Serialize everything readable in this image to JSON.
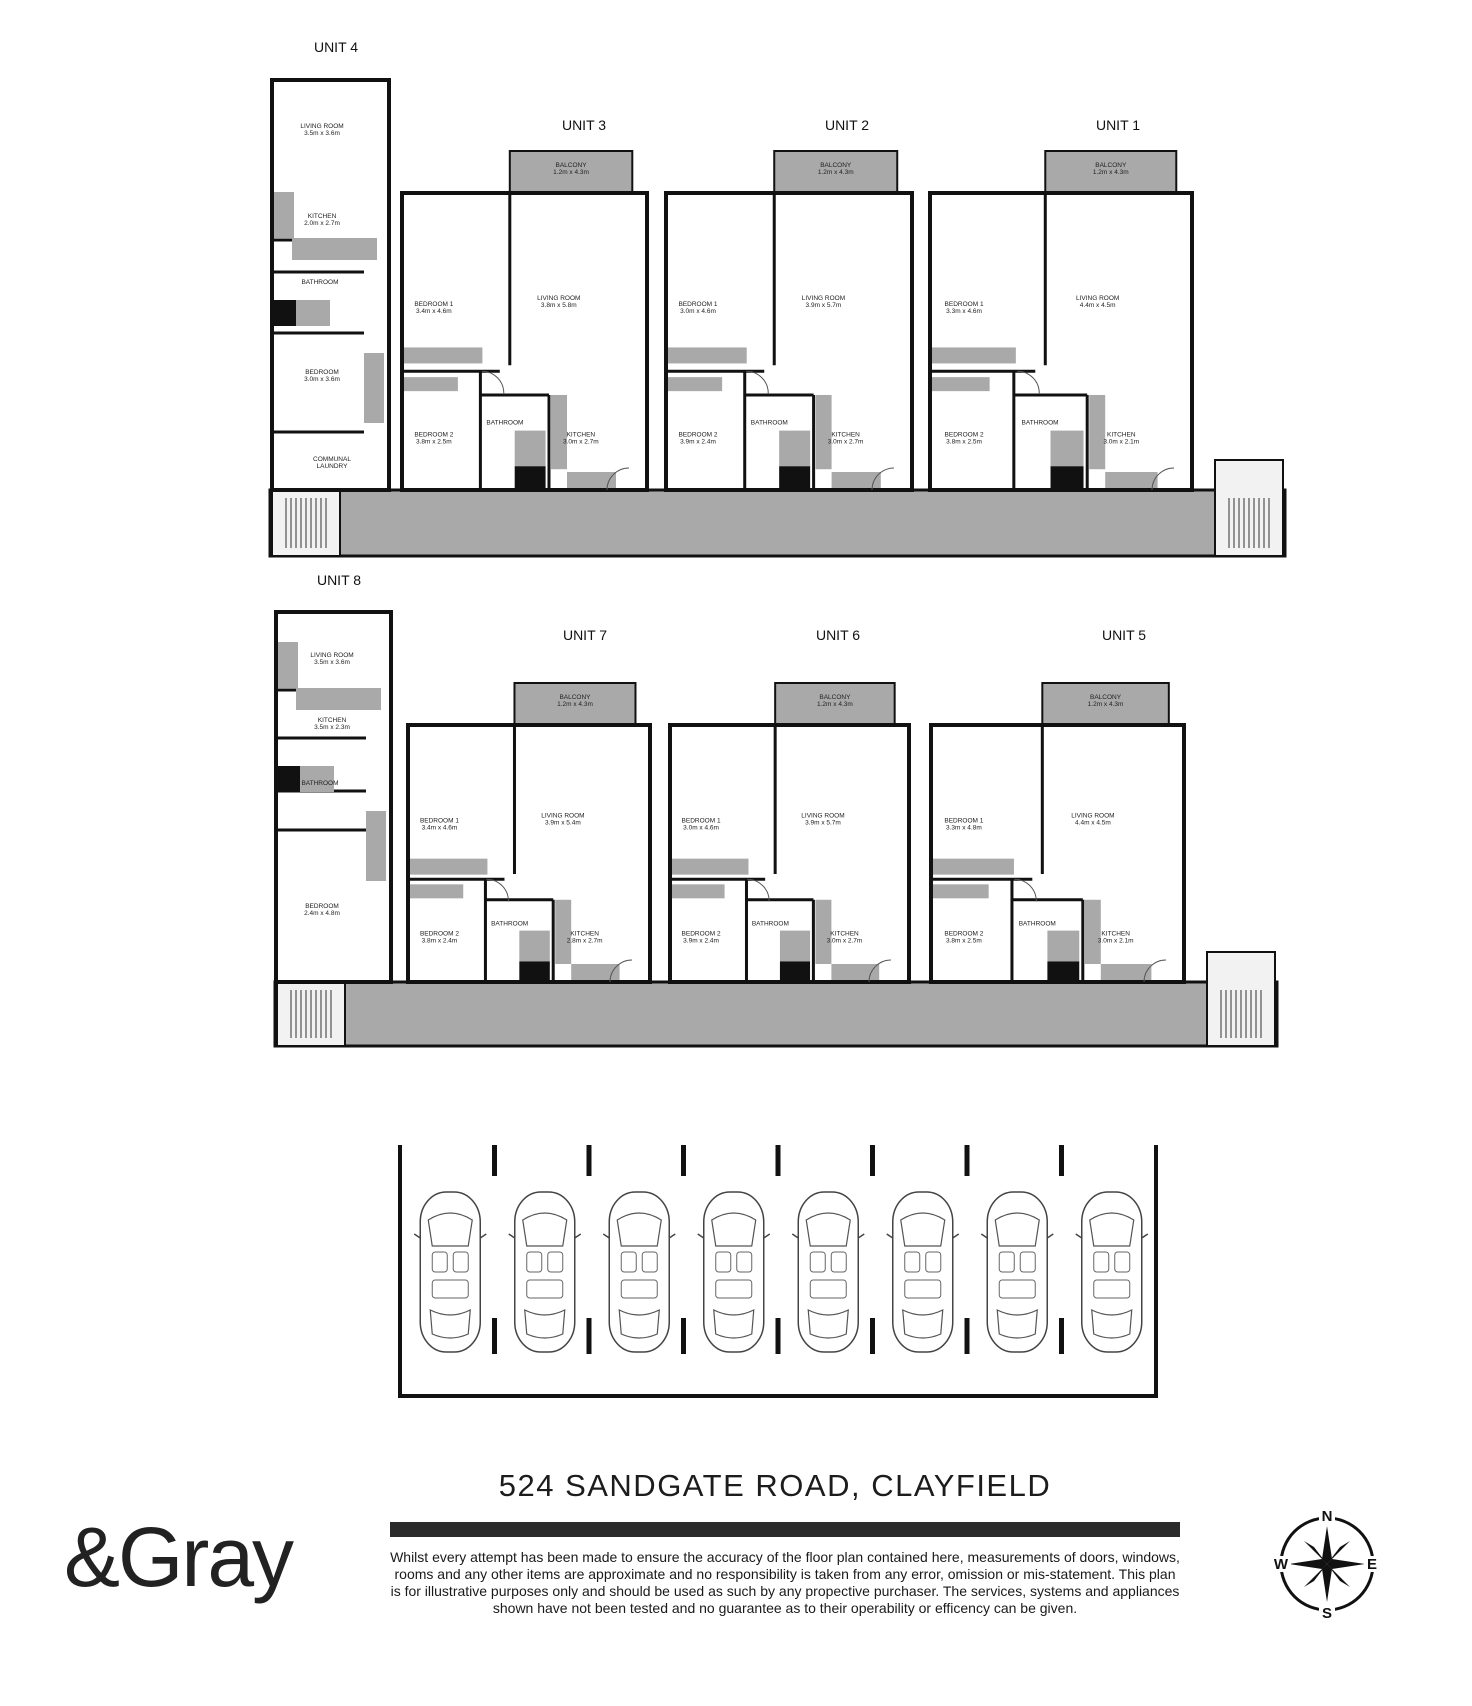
{
  "address": "524 SANDGATE ROAD, CLAYFIELD",
  "disclaimer": "Whilst every attempt has been made to ensure the accuracy of the floor plan contained here, measurements of doors, windows, rooms and any other items are approximate and no responsibility is taken from any error, omission or mis-statement. This plan is for illustrative purposes only and should be used as such by any propective purchaser. The services, systems and appliances shown have not been tested and no guarantee as to their operability or efficency can be given.",
  "logo": "&Gray",
  "compass": {
    "n": "N",
    "e": "E",
    "s": "S",
    "w": "W"
  },
  "parking_spaces": 8,
  "rows": [
    {
      "units": [
        {
          "name": "UNIT 4",
          "rooms": [
            {
              "label": "LIVING ROOM",
              "size": "3.5m x 3.6m"
            },
            {
              "label": "KITCHEN",
              "size": "2.0m x 2.7m"
            },
            {
              "label": "BATHROOM",
              "size": ""
            },
            {
              "label": "BEDROOM",
              "size": "3.0m x 3.6m"
            },
            {
              "label": "COMMUNAL",
              "size": "LAUNDRY"
            }
          ]
        },
        {
          "name": "UNIT 3",
          "rooms": [
            {
              "label": "BALCONY",
              "size": "1.2m x 4.3m"
            },
            {
              "label": "BEDROOM 1",
              "size": "3.4m x 4.6m"
            },
            {
              "label": "LIVING ROOM",
              "size": "3.8m x 5.8m"
            },
            {
              "label": "BEDROOM 2",
              "size": "3.8m x 2.5m"
            },
            {
              "label": "BATHROOM",
              "size": ""
            },
            {
              "label": "KITCHEN",
              "size": "3.0m x 2.7m"
            }
          ]
        },
        {
          "name": "UNIT 2",
          "rooms": [
            {
              "label": "BALCONY",
              "size": "1.2m x 4.3m"
            },
            {
              "label": "BEDROOM 1",
              "size": "3.0m x 4.6m"
            },
            {
              "label": "LIVING ROOM",
              "size": "3.9m x 5.7m"
            },
            {
              "label": "BEDROOM 2",
              "size": "3.9m x 2.4m"
            },
            {
              "label": "BATHROOM",
              "size": ""
            },
            {
              "label": "KITCHEN",
              "size": "3.0m x 2.7m"
            }
          ]
        },
        {
          "name": "UNIT 1",
          "rooms": [
            {
              "label": "BALCONY",
              "size": "1.2m x 4.3m"
            },
            {
              "label": "BEDROOM 1",
              "size": "3.3m x 4.6m"
            },
            {
              "label": "LIVING ROOM",
              "size": "4.4m x 4.5m"
            },
            {
              "label": "BEDROOM 2",
              "size": "3.8m x 2.5m"
            },
            {
              "label": "BATHROOM",
              "size": ""
            },
            {
              "label": "KITCHEN",
              "size": "3.0m x 2.1m"
            }
          ]
        }
      ]
    },
    {
      "units": [
        {
          "name": "UNIT 8",
          "rooms": [
            {
              "label": "LIVING ROOM",
              "size": "3.5m x 3.6m"
            },
            {
              "label": "KITCHEN",
              "size": "3.5m x 2.3m"
            },
            {
              "label": "BATHROOM",
              "size": ""
            },
            {
              "label": "BEDROOM",
              "size": "2.4m x 4.8m"
            }
          ]
        },
        {
          "name": "UNIT 7",
          "rooms": [
            {
              "label": "BALCONY",
              "size": "1.2m x 4.3m"
            },
            {
              "label": "BEDROOM 1",
              "size": "3.4m x 4.6m"
            },
            {
              "label": "LIVING ROOM",
              "size": "3.9m x 5.4m"
            },
            {
              "label": "BEDROOM 2",
              "size": "3.8m x 2.4m"
            },
            {
              "label": "BATHROOM",
              "size": ""
            },
            {
              "label": "KITCHEN",
              "size": "2.8m x 2.7m"
            }
          ]
        },
        {
          "name": "UNIT 6",
          "rooms": [
            {
              "label": "BALCONY",
              "size": "1.2m x 4.3m"
            },
            {
              "label": "BEDROOM 1",
              "size": "3.0m x 4.6m"
            },
            {
              "label": "LIVING ROOM",
              "size": "3.9m x 5.7m"
            },
            {
              "label": "BEDROOM 2",
              "size": "3.9m x 2.4m"
            },
            {
              "label": "BATHROOM",
              "size": ""
            },
            {
              "label": "KITCHEN",
              "size": "3.0m x 2.7m"
            }
          ]
        },
        {
          "name": "UNIT 5",
          "rooms": [
            {
              "label": "BALCONY",
              "size": "1.2m x 4.3m"
            },
            {
              "label": "BEDROOM 1",
              "size": "3.3m x 4.8m"
            },
            {
              "label": "LIVING ROOM",
              "size": "4.4m x 4.5m"
            },
            {
              "label": "BEDROOM 2",
              "size": "3.8m x 2.5m"
            },
            {
              "label": "BATHROOM",
              "size": ""
            },
            {
              "label": "KITCHEN",
              "size": "3.0m x 2.1m"
            }
          ]
        }
      ]
    }
  ]
}
